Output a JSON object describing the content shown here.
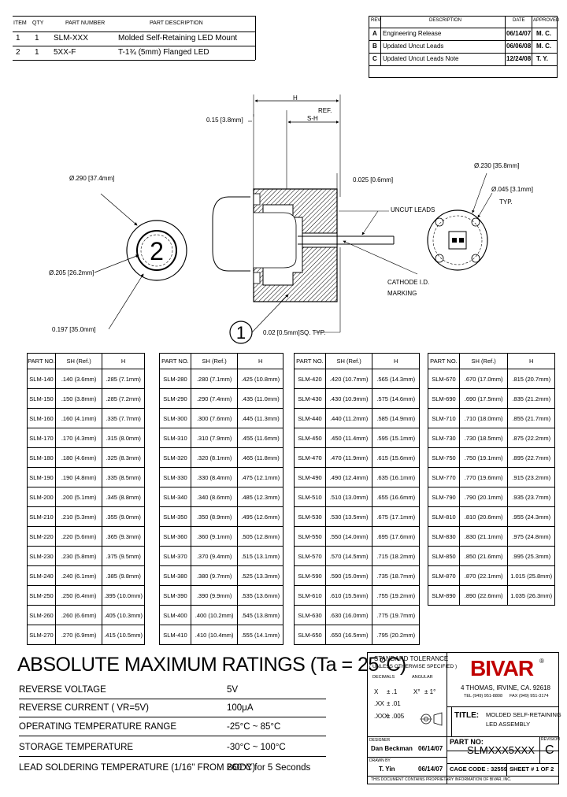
{
  "bom": {
    "headers": [
      "ITEM",
      "QTY",
      "PART NUMBER",
      "PART DESCRIPTION"
    ],
    "rows": [
      {
        "item": "1",
        "qty": "1",
        "part": "SLM-XXX",
        "desc": "Molded Self-Retaining LED Mount"
      },
      {
        "item": "2",
        "qty": "1",
        "part": "5XX-F",
        "desc": "T-1¾ (5mm) Flanged LED"
      }
    ]
  },
  "revisions": {
    "headers": [
      "REV",
      "DESCRIPTION",
      "DATE",
      "APPROVED"
    ],
    "rows": [
      {
        "rev": "A",
        "desc": "Engineering Release",
        "date": "06/14/07",
        "approved": "M. C."
      },
      {
        "rev": "B",
        "desc": "Updated Uncut Leads",
        "date": "06/06/08",
        "approved": "M. C."
      },
      {
        "rev": "C",
        "desc": "Updated Uncut Leads Note",
        "date": "12/24/08",
        "approved": "T. Y."
      }
    ]
  },
  "drawing": {
    "dim_h": "H",
    "dim_sh": "S-H",
    "ref": "REF.",
    "d_015": "0.15 [3.8mm]",
    "d_025": "0.025 [0.6mm]",
    "d_290": "Ø.290 [37.4mm]",
    "d_205": "Ø.205 [26.2mm]",
    "d_197": "0.197 [35.0mm]",
    "d_230": "Ø.230 [35.8mm]",
    "d_045": "Ø.045 [3.1mm]",
    "typ": "TYP.",
    "uncut": "UNCUT LEADS",
    "cathode": "CATHODE I.D.",
    "marking": "MARKING",
    "sq": "0.02 [0.5mm]SQ. TYP.",
    "balloon1": "1",
    "balloon2": "2"
  },
  "dim_tables": [
    {
      "headers": [
        "PART NO.",
        "SH (Ref.)",
        "H"
      ],
      "rows": [
        [
          "SLM-140",
          ".140 (3.6mm)",
          ".285 (7.1mm)"
        ],
        [
          "SLM-150",
          ".150 (3.8mm)",
          ".285 (7.2mm)"
        ],
        [
          "SLM-160",
          ".160 (4.1mm)",
          ".335 (7.7mm)"
        ],
        [
          "SLM-170",
          ".170 (4.3mm)",
          ".315 (8.0mm)"
        ],
        [
          "SLM-180",
          ".180 (4.6mm)",
          ".325 (8.3mm)"
        ],
        [
          "SLM-190",
          ".190 (4.8mm)",
          ".335 (8.5mm)"
        ],
        [
          "SLM-200",
          ".200 (5.1mm)",
          ".345 (8.8mm)"
        ],
        [
          "SLM-210",
          ".210 (5.3mm)",
          ".355 (9.0mm)"
        ],
        [
          "SLM-220",
          ".220 (5.6mm)",
          ".365 (9.3mm)"
        ],
        [
          "SLM-230",
          ".230 (5.8mm)",
          ".375 (9.5mm)"
        ],
        [
          "SLM-240",
          ".240 (6.1mm)",
          ".385 (9.8mm)"
        ],
        [
          "SLM-250",
          ".250 (6.4mm)",
          ".395 (10.0mm)"
        ],
        [
          "SLM-260",
          ".260 (6.6mm)",
          ".405 (10.3mm)"
        ],
        [
          "SLM-270",
          ".270 (6.9mm)",
          ".415 (10.5mm)"
        ]
      ]
    },
    {
      "headers": [
        "PART NO.",
        "SH (Ref.)",
        "H"
      ],
      "rows": [
        [
          "SLM-280",
          ".280 (7.1mm)",
          ".425 (10.8mm)"
        ],
        [
          "SLM-290",
          ".290 (7.4mm)",
          ".435 (11.0mm)"
        ],
        [
          "SLM-300",
          ".300 (7.6mm)",
          ".445 (11.3mm)"
        ],
        [
          "SLM-310",
          ".310 (7.9mm)",
          ".455 (11.6mm)"
        ],
        [
          "SLM-320",
          ".320 (8.1mm)",
          ".465 (11.8mm)"
        ],
        [
          "SLM-330",
          ".330 (8.4mm)",
          ".475 (12.1mm)"
        ],
        [
          "SLM-340",
          ".340 (8.6mm)",
          ".485 (12.3mm)"
        ],
        [
          "SLM-350",
          ".350 (8.9mm)",
          ".495 (12.6mm)"
        ],
        [
          "SLM-360",
          ".360 (9.1mm)",
          ".505 (12.8mm)"
        ],
        [
          "SLM-370",
          ".370 (9.4mm)",
          ".515 (13.1mm)"
        ],
        [
          "SLM-380",
          ".380 (9.7mm)",
          ".525 (13.3mm)"
        ],
        [
          "SLM-390",
          ".390 (9.9mm)",
          ".535 (13.6mm)"
        ],
        [
          "SLM-400",
          ".400 (10.2mm)",
          ".545 (13.8mm)"
        ],
        [
          "SLM-410",
          ".410 (10.4mm)",
          ".555 (14.1mm)"
        ]
      ]
    },
    {
      "headers": [
        "PART NO.",
        "SH (Ref.)",
        "H"
      ],
      "rows": [
        [
          "SLM-420",
          ".420 (10.7mm)",
          ".565 (14.3mm)"
        ],
        [
          "SLM-430",
          ".430 (10.9mm)",
          ".575 (14.6mm)"
        ],
        [
          "SLM-440",
          ".440 (11.2mm)",
          ".585 (14.9mm)"
        ],
        [
          "SLM-450",
          ".450 (11.4mm)",
          ".595 (15.1mm)"
        ],
        [
          "SLM-470",
          ".470 (11.9mm)",
          ".615 (15.6mm)"
        ],
        [
          "SLM-490",
          ".490 (12.4mm)",
          ".635 (16.1mm)"
        ],
        [
          "SLM-510",
          ".510 (13.0mm)",
          ".655 (16.6mm)"
        ],
        [
          "SLM-530",
          ".530 (13.5mm)",
          ".675 (17.1mm)"
        ],
        [
          "SLM-550",
          ".550 (14.0mm)",
          ".695 (17.6mm)"
        ],
        [
          "SLM-570",
          ".570 (14.5mm)",
          ".715 (18.2mm)"
        ],
        [
          "SLM-590",
          ".590 (15.0mm)",
          ".735 (18.7mm)"
        ],
        [
          "SLM-610",
          ".610 (15.5mm)",
          ".755 (19.2mm)"
        ],
        [
          "SLM-630",
          ".630 (16.0mm)",
          ".775 (19.7mm)"
        ],
        [
          "SLM-650",
          ".650 (16.5mm)",
          ".795 (20.2mm)"
        ]
      ]
    },
    {
      "headers": [
        "PART NO.",
        "SH (Ref.)",
        "H"
      ],
      "rows": [
        [
          "SLM-670",
          ".670 (17.0mm)",
          ".815 (20.7mm)"
        ],
        [
          "SLM-690",
          ".690 (17.5mm)",
          ".835 (21.2mm)"
        ],
        [
          "SLM-710",
          ".710 (18.0mm)",
          ".855 (21.7mm)"
        ],
        [
          "SLM-730",
          ".730 (18.5mm)",
          ".875 (22.2mm)"
        ],
        [
          "SLM-750",
          ".750 (19.1mm)",
          ".895 (22.7mm)"
        ],
        [
          "SLM-770",
          ".770 (19.6mm)",
          ".915 (23.2mm)"
        ],
        [
          "SLM-790",
          ".790 (20.1mm)",
          ".935 (23.7mm)"
        ],
        [
          "SLM-810",
          ".810 (20.6mm)",
          ".955 (24.3mm)"
        ],
        [
          "SLM-830",
          ".830 (21.1mm)",
          ".975 (24.8mm)"
        ],
        [
          "SLM-850",
          ".850 (21.6mm)",
          ".995 (25.3mm)"
        ],
        [
          "SLM-870",
          ".870 (22.1mm)",
          "1.015 (25.8mm)"
        ],
        [
          "SLM-890",
          ".890 (22.6mm)",
          "1.035 (26.3mm)"
        ]
      ]
    }
  ],
  "ratings": {
    "title": "ABSOLUTE MAXIMUM RATINGS (Ta = 25°C)",
    "rows": [
      {
        "label": "REVERSE VOLTAGE",
        "value": "5V"
      },
      {
        "label": "REVERSE CURRENT ( VR=5V)",
        "value": "100μA"
      },
      {
        "label": "OPERATING TEMPERATURE RANGE",
        "value": "-25°C ~ 85°C"
      },
      {
        "label": "STORAGE TEMPERATURE",
        "value": "-30°C ~ 100°C"
      },
      {
        "label": "LEAD SOLDERING TEMPERATURE (1/16\" FROM BODY)",
        "value": "260°C for 5 Seconds"
      }
    ]
  },
  "title_block": {
    "std_tol": "STANDARD TOLERANCE",
    "unless": "( UNLESS OTHERWISE SPECIFIED )",
    "decimals": "DECIMALS",
    "angular": "ANGULAR",
    "tol_x": "X",
    "tol_x_val": "± .1",
    "tol_xx": ".XX",
    "tol_xx_val": "± .01",
    "tol_xxx": ".XXX",
    "tol_xxx_val": "± .005",
    "ang_x": "X°",
    "ang_val": "± 1°",
    "company": "BIVAR",
    "company_sup": "®",
    "address": "4 THOMAS, IRVINE, CA. 92618",
    "tel": "TEL (949) 951-8808",
    "fax": "FAX (949) 951-3174",
    "title_label": "TITLE:",
    "title_line1": "MOLDED SELF-RETAINING",
    "title_line2": "LED ASSEMBLY",
    "designer_label": "DESIGNER",
    "designer": "Dan Beckman",
    "designer_date": "06/14/07",
    "drawn_label": "DRAWN BY",
    "drawn": "T. Yin",
    "drawn_date": "06/14/07",
    "part_no_label": "PART NO:",
    "part_no": "SLMXXX5XXX",
    "rev_label": "REVISION",
    "rev": "C",
    "cage": "CAGE CODE : 32559",
    "sheet": "SHEET # 1 OF 2",
    "footer": "THIS DOCUMENT CONTAINS PROPRIETARY INFORMATION OF BIVAR, INC."
  }
}
